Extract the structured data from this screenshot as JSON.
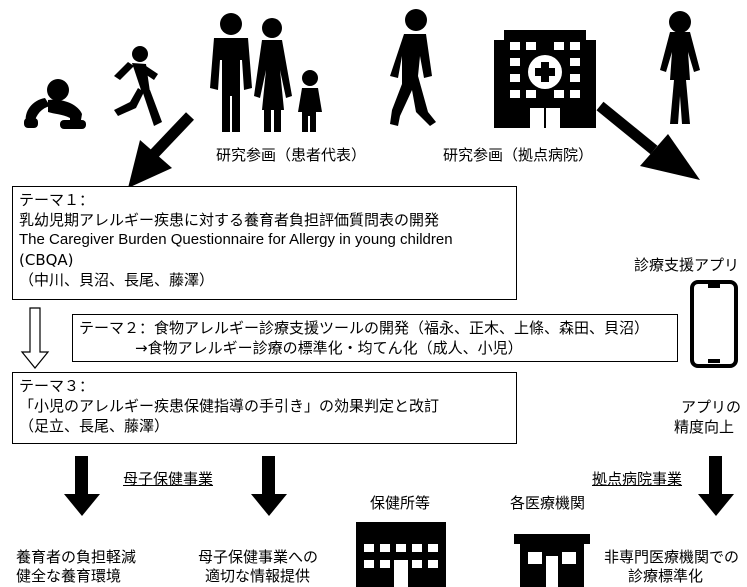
{
  "participation": {
    "patient_label": "研究参画（患者代表）",
    "hospital_label": "研究参画（拠点病院）"
  },
  "theme1": {
    "header": "テーマ１：",
    "title": "乳幼児期アレルギー疾患に対する養育者負担評価質問表の開発",
    "english": "The Caregiver Burden Questionnaire for Allergy in young children",
    "abbrev": "(CBQA)",
    "members": "（中川、貝沼、長尾、藤澤）"
  },
  "theme2": {
    "line1": "テーマ２：食物アレルギー診療支援ツールの開発（福永、正木、上條、森田、貝沼）",
    "line2": "→食物アレルギー診療の標準化・均てん化（成人、小児）"
  },
  "theme3": {
    "header": "テーマ３：",
    "title": "「小児のアレルギー疾患保健指導の手引き」の効果判定と改訂",
    "members": "（足立、長尾、藤澤）"
  },
  "app": {
    "label": "診療支援アプリ",
    "improve_line1": "アプリの",
    "improve_line2": "精度向上"
  },
  "bottom": {
    "maternal_program": "母子保健事業",
    "hub_program": "拠点病院事業",
    "health_center": "保健所等",
    "medical_institutions": "各医療機関",
    "outcome1_line1": "養育者の負担軽減",
    "outcome1_line2": "健全な養育環境",
    "outcome2_line1": "母子保健事業への",
    "outcome2_line2": "適切な情報提供",
    "outcome3_line1": "非専門医療機関での",
    "outcome3_line2": "診療標準化"
  }
}
